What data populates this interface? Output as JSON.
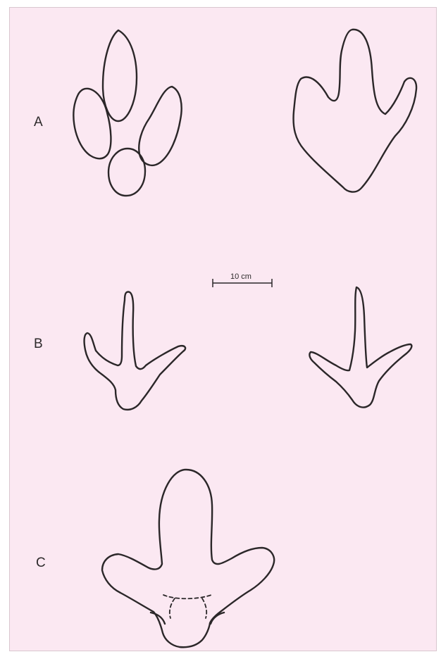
{
  "figure": {
    "row_labels": {
      "a": "A",
      "b": "B",
      "c": "C"
    },
    "scale_bar": {
      "text": "10 cm"
    }
  }
}
